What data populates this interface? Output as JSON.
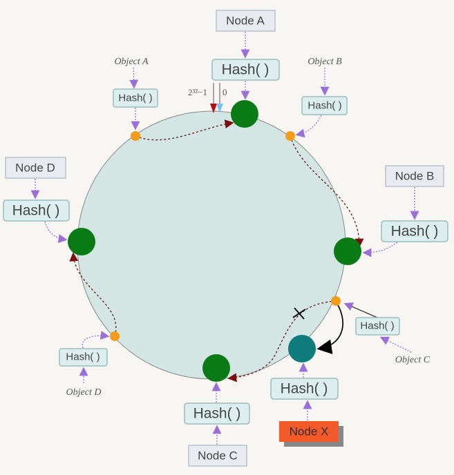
{
  "nodes": {
    "a": "Node A",
    "b": "Node B",
    "c": "Node C",
    "d": "Node D",
    "x": "Node X"
  },
  "objects": {
    "a": "Object A",
    "b": "Object B",
    "c": "Object C",
    "d": "Object D"
  },
  "hash_label": "Hash( )",
  "ring_labels": {
    "max": "2³²−1",
    "zero": "0"
  },
  "colors": {
    "ring": "#d3e6e4",
    "node": "#0a7a14",
    "new_node": "#0e7c7c",
    "object": "#f39c1c",
    "node_x_box": "#f25a2a",
    "arrow": "#9b70d6",
    "path": "#6a1010"
  }
}
